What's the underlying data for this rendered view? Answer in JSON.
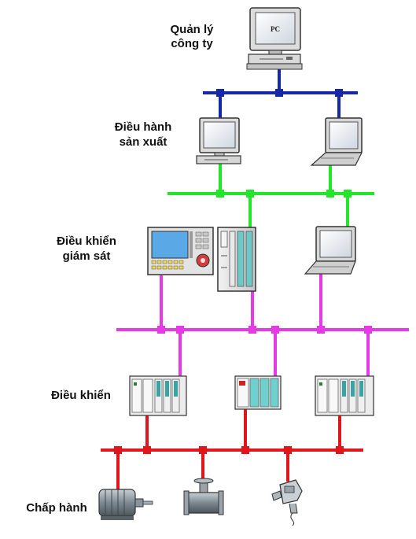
{
  "levels": {
    "company": [
      "Quản lý",
      "công ty"
    ],
    "production": [
      "Điều hành",
      "sản xuất"
    ],
    "supervisory": [
      "Điều khiển",
      "giám sát"
    ],
    "control": "Điều khiển",
    "field": "Chấp hành"
  },
  "devices": {
    "pc_label": "PC"
  },
  "colors": {
    "bus_company": "#1428a8",
    "bus_production": "#22e62a",
    "bus_supervisory": "#e63ae6",
    "bus_field": "#e0161c"
  }
}
